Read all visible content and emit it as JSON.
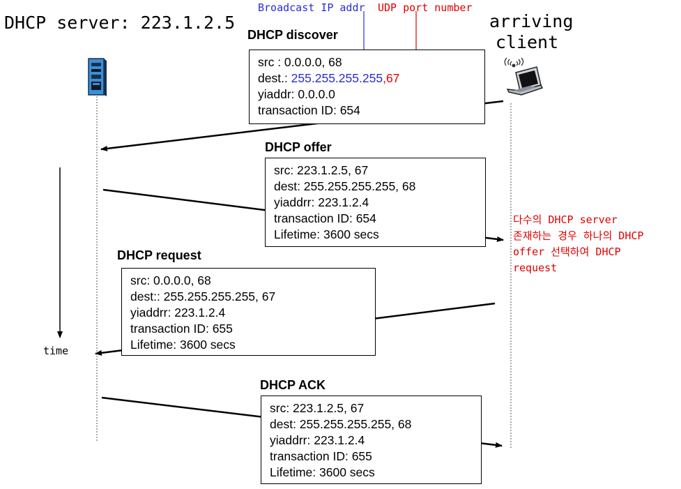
{
  "title": "DHCP server: 223.1.2.5",
  "client_label": [
    "arriving",
    "client"
  ],
  "annotations": {
    "broadcast": "Broadcast IP addr",
    "udp_port": "UDP port number"
  },
  "time_label": "time",
  "note": [
    "다수의 DHCP server",
    "존재하는 경우 하나의 DHCP",
    "offer 선택하여 DHCP",
    "request"
  ],
  "messages": {
    "discover": {
      "heading": "DHCP discover",
      "src": "src : 0.0.0.0, 68",
      "dest_label": "dest.: ",
      "dest_ip": "255.255.255.255",
      "dest_comma": ",",
      "dest_port": "67",
      "yiaddr": "yiaddr:    0.0.0.0",
      "tid": "transaction ID: 654"
    },
    "offer": {
      "heading": "DHCP offer",
      "src": "src: 223.1.2.5,  67",
      "dest": "dest:  255.255.255.255,  68",
      "yiaddr": "yiaddrr: 223.1.2.4",
      "tid": "transaction ID: 654",
      "lifetime": "Lifetime:  3600 secs"
    },
    "request": {
      "heading": "DHCP request",
      "src": "src:  0.0.0.0, 68",
      "dest": "dest::  255.255.255.255,  67",
      "yiaddr": "yiaddrr: 223.1.2.4",
      "tid": "transaction ID: 655",
      "lifetime": "Lifetime: 3600 secs"
    },
    "ack": {
      "heading": "DHCP ACK",
      "src": "src: 223.1.2.5,  67",
      "dest": "dest:  255.255.255.255,  68",
      "yiaddr": "yiaddrr: 223.1.2.4",
      "tid": "transaction ID: 655",
      "lifetime": "Lifetime: 3600 secs"
    }
  },
  "colors": {
    "blue": "#2b2bd6",
    "red": "#e00000",
    "server_blue": "#3b8fd6",
    "server_dark": "#16304f"
  },
  "icons": {
    "server": "server-icon",
    "laptop": "laptop-icon"
  }
}
